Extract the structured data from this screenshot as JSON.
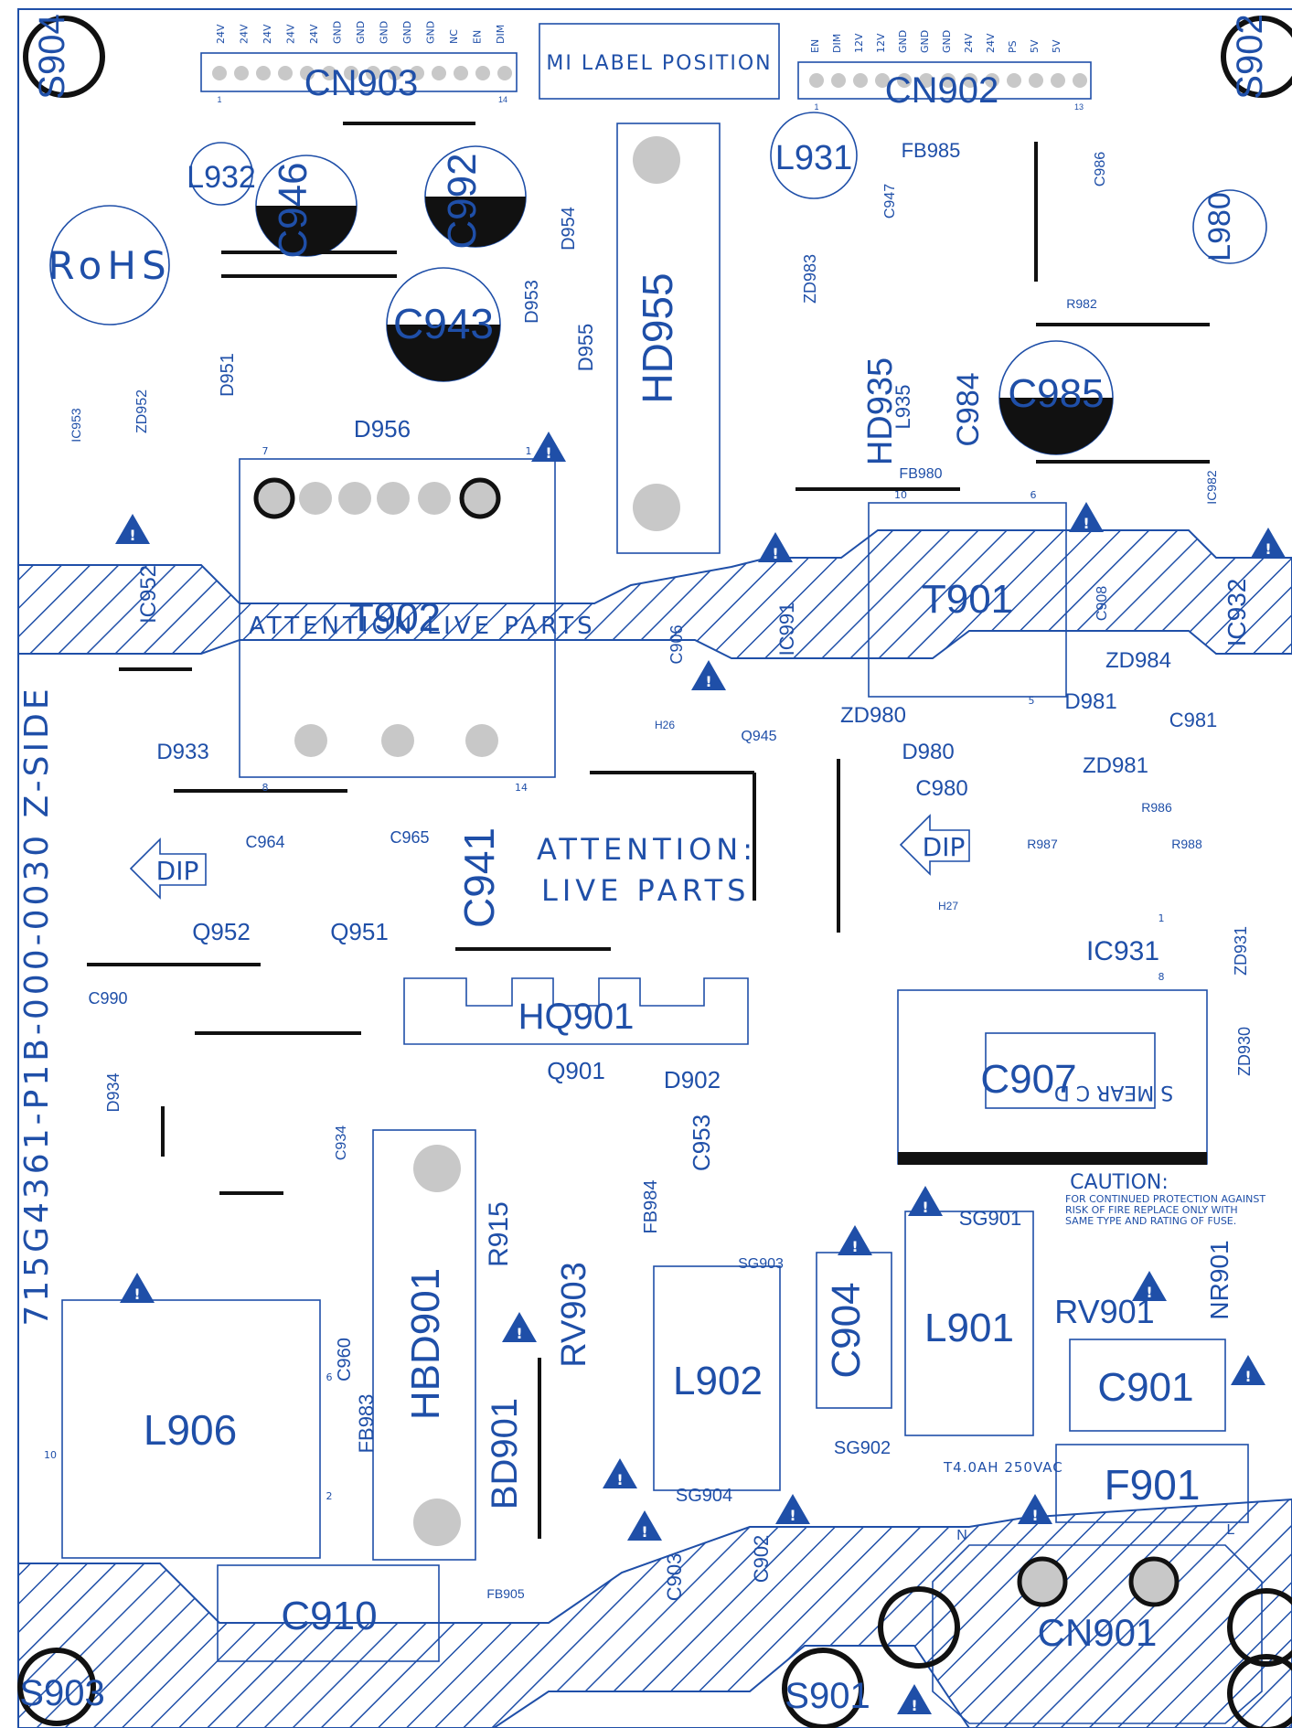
{
  "board": {
    "side_text": "715G4361-P1B-000-0030 Z-SIDE",
    "rohs": "RoHS",
    "mi_label": "MI LABEL POSITION",
    "attention_live": "ATTENTION LIVE PARTS",
    "attention_center_1": "ATTENTION:",
    "attention_center_2": "LIVE PARTS",
    "dip": "DIP",
    "caution_title": "CAUTION:",
    "caution_lines": [
      "FOR CONTINUED PROTECTION AGAINST",
      "RISK OF FIRE REPLACE ONLY WITH",
      "SAME TYPE AND RATING OF FUSE."
    ],
    "fuse_rating": "T4.0AH 250VAC",
    "c907_mark": "S MEAR C D"
  },
  "connectors": {
    "cn903": {
      "ref": "CN903",
      "pins": [
        "24V",
        "24V",
        "24V",
        "24V",
        "24V",
        "GND",
        "GND",
        "GND",
        "GND",
        "GND",
        "NC",
        "EN",
        "DIM"
      ],
      "first": "1",
      "last": "14"
    },
    "cn902": {
      "ref": "CN902",
      "pins": [
        "EN",
        "DIM",
        "12V",
        "12V",
        "GND",
        "GND",
        "GND",
        "24V",
        "24V",
        "PS",
        "5V",
        "5V"
      ],
      "first": "1",
      "last": "13"
    },
    "cn901": {
      "ref": "CN901",
      "n": "N",
      "l": "L"
    }
  },
  "screws": [
    "S904",
    "S902",
    "S903",
    "S901"
  ],
  "components": [
    {
      "ref": "L932"
    },
    {
      "ref": "C946"
    },
    {
      "ref": "C992"
    },
    {
      "ref": "C943"
    },
    {
      "ref": "D953"
    },
    {
      "ref": "D954"
    },
    {
      "ref": "D955"
    },
    {
      "ref": "HD955"
    },
    {
      "ref": "D951"
    },
    {
      "ref": "ZD952"
    },
    {
      "ref": "IC953"
    },
    {
      "ref": "D956"
    },
    {
      "ref": "L931"
    },
    {
      "ref": "FB985"
    },
    {
      "ref": "C947"
    },
    {
      "ref": "ZD983"
    },
    {
      "ref": "C986"
    },
    {
      "ref": "L980"
    },
    {
      "ref": "R982"
    },
    {
      "ref": "HD935"
    },
    {
      "ref": "L935"
    },
    {
      "ref": "C984"
    },
    {
      "ref": "C985"
    },
    {
      "ref": "FB980"
    },
    {
      "ref": "IC982"
    },
    {
      "ref": "T902"
    },
    {
      "ref": "IC952"
    },
    {
      "ref": "C906"
    },
    {
      "ref": "IC991"
    },
    {
      "ref": "T901"
    },
    {
      "ref": "C908"
    },
    {
      "ref": "IC932"
    },
    {
      "ref": "ZD984"
    },
    {
      "ref": "D981"
    },
    {
      "ref": "C981"
    },
    {
      "ref": "ZD980"
    },
    {
      "ref": "D980"
    },
    {
      "ref": "ZD981"
    },
    {
      "ref": "C980"
    },
    {
      "ref": "R986"
    },
    {
      "ref": "R987"
    },
    {
      "ref": "R988"
    },
    {
      "ref": "D933"
    },
    {
      "ref": "Q945"
    },
    {
      "ref": "C964"
    },
    {
      "ref": "C965"
    },
    {
      "ref": "C941"
    },
    {
      "ref": "Q952"
    },
    {
      "ref": "Q951"
    },
    {
      "ref": "IC931"
    },
    {
      "ref": "ZD931"
    },
    {
      "ref": "C990"
    },
    {
      "ref": "HQ901"
    },
    {
      "ref": "Q901"
    },
    {
      "ref": "D902"
    },
    {
      "ref": "C907"
    },
    {
      "ref": "D934"
    },
    {
      "ref": "ZD930"
    },
    {
      "ref": "C934"
    },
    {
      "ref": "C953"
    },
    {
      "ref": "R915"
    },
    {
      "ref": "FB984"
    },
    {
      "ref": "SG901"
    },
    {
      "ref": "SG903"
    },
    {
      "ref": "C904"
    },
    {
      "ref": "L901"
    },
    {
      "ref": "RV901"
    },
    {
      "ref": "NR901"
    },
    {
      "ref": "RV903"
    },
    {
      "ref": "L902"
    },
    {
      "ref": "HBD901"
    },
    {
      "ref": "BD901"
    },
    {
      "ref": "C960"
    },
    {
      "ref": "FB983"
    },
    {
      "ref": "L906"
    },
    {
      "ref": "SG902"
    },
    {
      "ref": "C901"
    },
    {
      "ref": "F901"
    },
    {
      "ref": "SG904"
    },
    {
      "ref": "C903"
    },
    {
      "ref": "C902"
    },
    {
      "ref": "C910"
    },
    {
      "ref": "FB905"
    },
    {
      "ref": "H26"
    },
    {
      "ref": "H27"
    }
  ],
  "pin_marks": [
    "7",
    "1",
    "8",
    "14",
    "10",
    "6",
    "5",
    "1",
    "8",
    "2",
    "6",
    "10"
  ]
}
